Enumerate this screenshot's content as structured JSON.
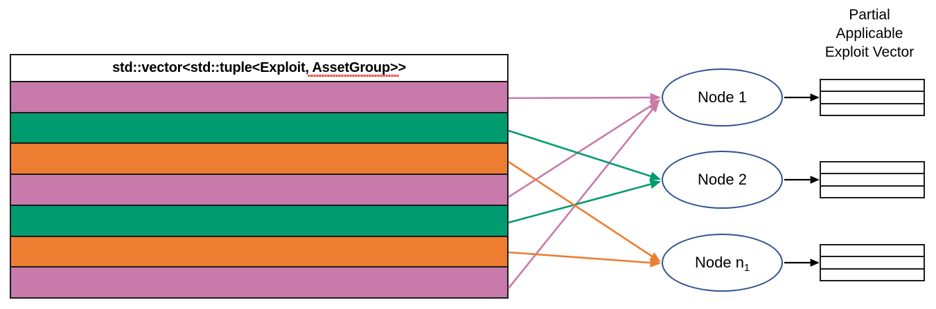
{
  "diagram": {
    "title_text": "std::vector<std::tuple<Exploit, AssetGroup>>",
    "spellchecked_word": "AssetGroup",
    "colors": {
      "pink": "#c87aab",
      "green": "#009b6e",
      "orange": "#ed7d31",
      "node_border": "#2f528f",
      "table_border": "#1a1a1a",
      "arrow_black": "#000000",
      "background": "#ffffff"
    },
    "vector_table": {
      "header_label": "std::vector<std::tuple<Exploit, AssetGroup>>",
      "rows": [
        {
          "index": 1,
          "color_name": "pink",
          "color": "#c87aab"
        },
        {
          "index": 2,
          "color_name": "green",
          "color": "#009b6e"
        },
        {
          "index": 3,
          "color_name": "orange",
          "color": "#ed7d31"
        },
        {
          "index": 4,
          "color_name": "pink",
          "color": "#c87aab"
        },
        {
          "index": 5,
          "color_name": "green",
          "color": "#009b6e"
        },
        {
          "index": 6,
          "color_name": "orange",
          "color": "#ed7d31"
        },
        {
          "index": 7,
          "color_name": "pink",
          "color": "#c87aab"
        }
      ]
    },
    "nodes": [
      {
        "id": "node-1",
        "label": "Node 1",
        "label_main": "Node 1",
        "subscript": ""
      },
      {
        "id": "node-2",
        "label": "Node 2",
        "label_main": "Node 2",
        "subscript": ""
      },
      {
        "id": "node-n1",
        "label": "Node n1",
        "label_main": "Node n",
        "subscript": "1"
      }
    ],
    "paev_caption": {
      "line1": "Partial",
      "line2": "Applicable",
      "line3": "Exploit Vector"
    },
    "paev_vectors": [
      {
        "id": "paev-1",
        "for_node": "Node 1",
        "cells": [
          "",
          "",
          ""
        ]
      },
      {
        "id": "paev-2",
        "for_node": "Node 2",
        "cells": [
          "",
          "",
          ""
        ]
      },
      {
        "id": "paev-3",
        "for_node": "Node n1",
        "cells": [
          "",
          "",
          ""
        ]
      }
    ],
    "connections": [
      {
        "from_row": 1,
        "to_node": "Node 1",
        "color": "#c87aab"
      },
      {
        "from_row": 4,
        "to_node": "Node 1",
        "color": "#c87aab"
      },
      {
        "from_row": 7,
        "to_node": "Node 1",
        "color": "#c87aab"
      },
      {
        "from_row": 2,
        "to_node": "Node 2",
        "color": "#009b6e"
      },
      {
        "from_row": 5,
        "to_node": "Node 2",
        "color": "#009b6e"
      },
      {
        "from_row": 3,
        "to_node": "Node n1",
        "color": "#ed7d31"
      },
      {
        "from_row": 6,
        "to_node": "Node n1",
        "color": "#ed7d31"
      },
      {
        "from_node": "Node 1",
        "to_vector": "paev-1",
        "color": "#000000"
      },
      {
        "from_node": "Node 2",
        "to_vector": "paev-2",
        "color": "#000000"
      },
      {
        "from_node": "Node n1",
        "to_vector": "paev-3",
        "color": "#000000"
      }
    ]
  }
}
